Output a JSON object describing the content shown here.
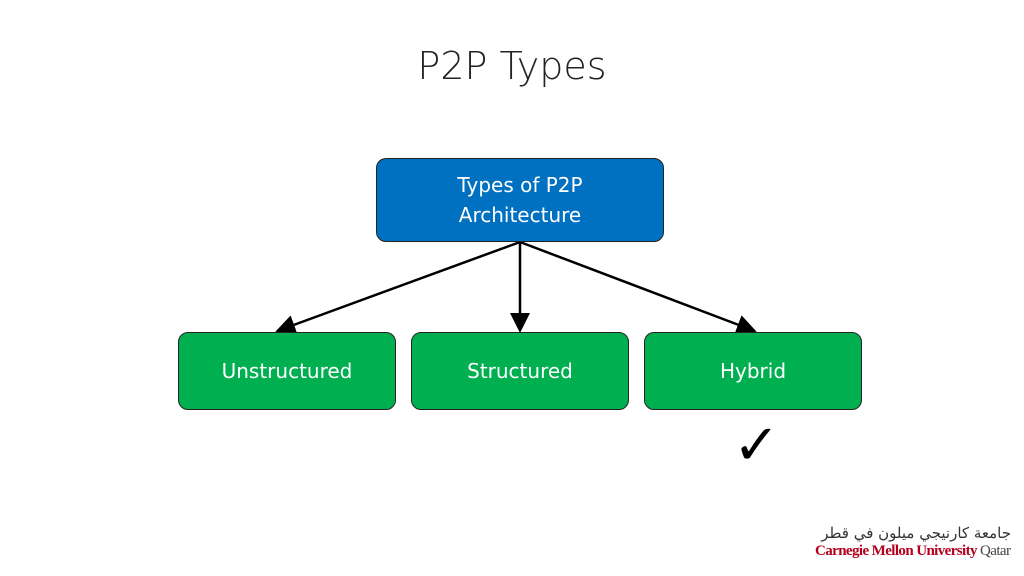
{
  "title": "P2P Types",
  "diagram": {
    "root": {
      "label_line1": "Types of P2P",
      "label_line2": "Architecture",
      "color": "#0070c0"
    },
    "children": [
      {
        "label": "Unstructured",
        "color": "#00b050"
      },
      {
        "label": "Structured",
        "color": "#00b050"
      },
      {
        "label": "Hybrid",
        "color": "#00b050",
        "checked": true
      }
    ],
    "check_mark": "✓"
  },
  "logo": {
    "arabic": "جامعة كارنيجي ميلون في قطر",
    "english_main": "Carnegie Mellon University",
    "english_suffix": "Qatar"
  }
}
